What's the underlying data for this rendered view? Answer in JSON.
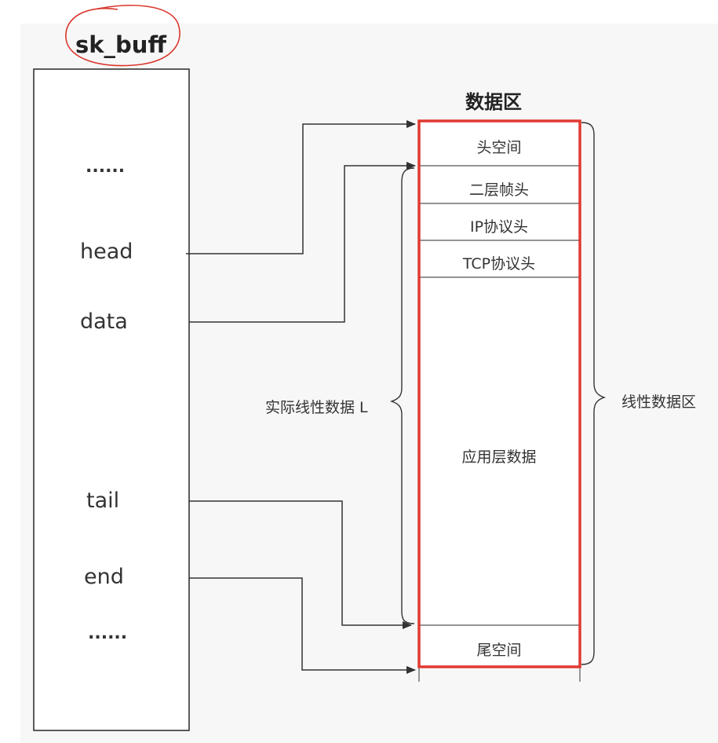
{
  "skbuff": {
    "title": "sk_buff",
    "fields": [
      "......",
      "head",
      "data",
      "tail",
      "end",
      "......"
    ]
  },
  "data_area": {
    "title": "数据区",
    "segments": [
      "头空间",
      "二层帧头",
      "IP协议头",
      "TCP协议头",
      "应用层数据",
      "尾空间"
    ]
  },
  "braces": {
    "left_label": "实际线性数据 L",
    "right_label": "线性数据区"
  },
  "colors": {
    "highlight": "#e03a32",
    "annotation": "#d9362c",
    "line": "#333333"
  }
}
